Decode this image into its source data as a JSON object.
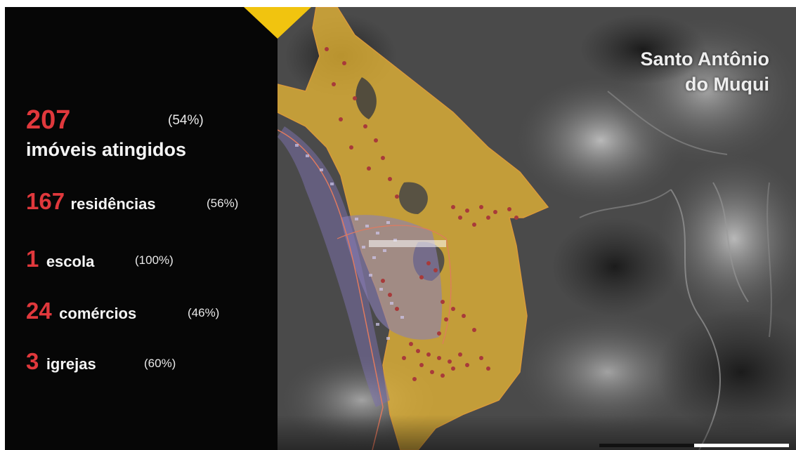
{
  "title": {
    "line1": "Santo Antônio",
    "line2": "do Muqui"
  },
  "stats": {
    "total": {
      "number": "207",
      "percent": "(54%)",
      "label": "imóveis atingidos"
    },
    "residences": {
      "number": "167",
      "label": "residências",
      "percent": "(56%)"
    },
    "school": {
      "number": "1",
      "label": "escola",
      "percent": "(100%)"
    },
    "commerce": {
      "number": "24",
      "label": "comércios",
      "percent": "(46%)"
    },
    "churches": {
      "number": "3",
      "label": "igrejas",
      "percent": "(60%)"
    }
  },
  "colors": {
    "accent_red": "#e0383c",
    "flood_zone_yellow": "#e6b534",
    "affected_property_red": "#a83a3a",
    "building_purple": "#8a7fb8",
    "marker_yellow": "#f1c40f"
  },
  "icons": {
    "corner_marker": "yellow-triangle-marker",
    "scale": "scale-bar"
  }
}
